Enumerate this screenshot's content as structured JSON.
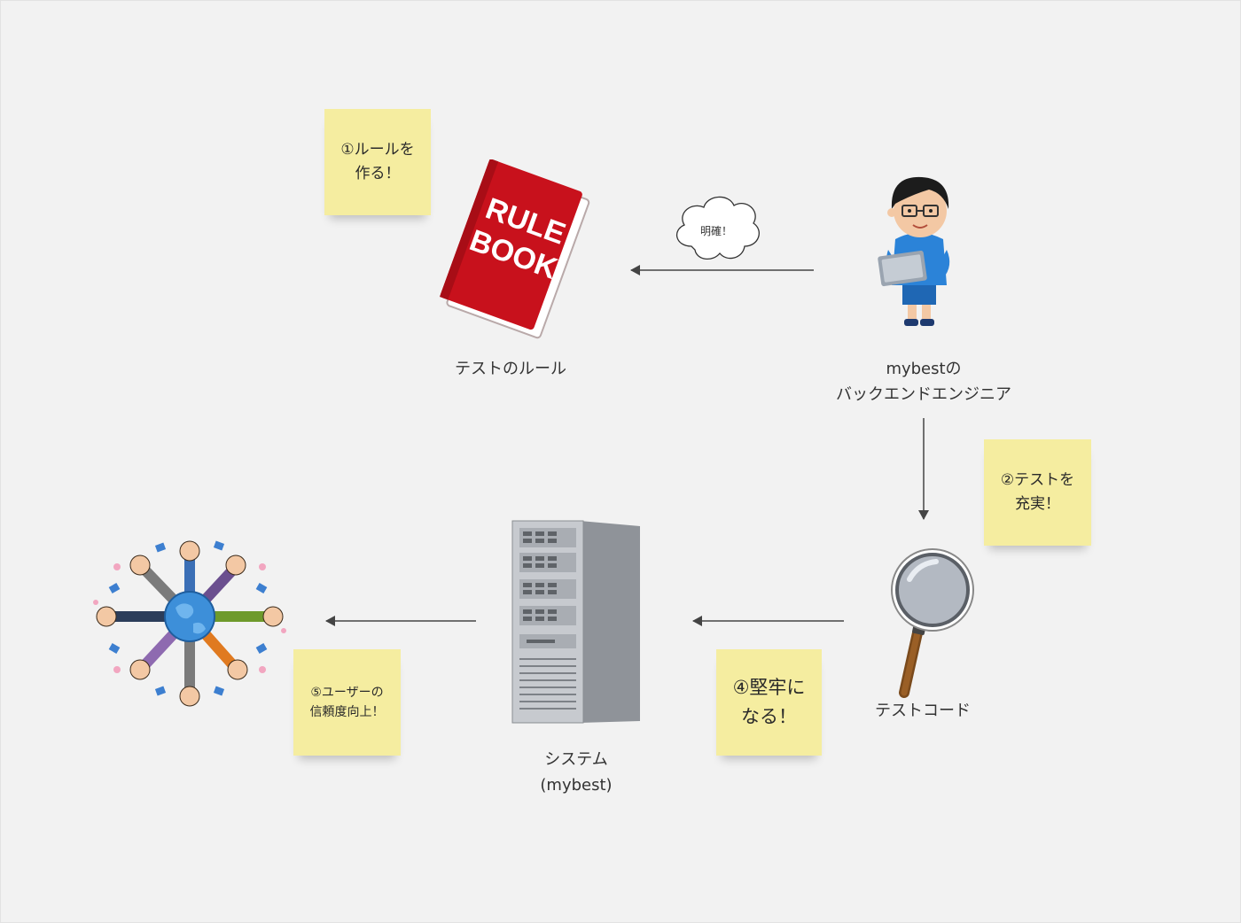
{
  "stickies": {
    "rules": "①ルールを\n作る！",
    "tests": "②テストを\n充実！",
    "robust": "④堅牢に\nなる！",
    "trust": "⑤ユーザーの\n信頼度向上！"
  },
  "labels": {
    "rulebook": "テストのルール",
    "engineer": "mybestの\nバックエンドエンジニア",
    "testcode": "テストコード",
    "system": "システム\n(mybest)"
  },
  "cloud": {
    "text": "明確！"
  },
  "rulebook_cover": {
    "line1": "RULE",
    "line2": "BOOK"
  },
  "colors": {
    "background": "#f2f2f2",
    "sticky": "#f5eda0",
    "book": "#c8111c",
    "arrow": "#444444"
  },
  "icons": {
    "rulebook": "red-book-illustration",
    "engineer": "person-with-laptop-illustration",
    "testcode": "magnifying-glass-illustration",
    "system": "server-tower-illustration",
    "users": "people-around-globe-illustration"
  }
}
